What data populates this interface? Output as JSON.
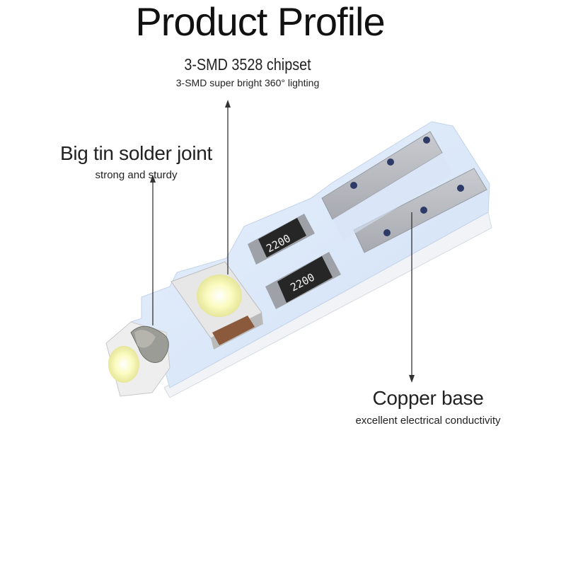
{
  "title": "Product Profile",
  "callouts": {
    "chipset": {
      "label": "3-SMD 3528 chipset",
      "detail": "3-SMD super bright 360° lighting"
    },
    "solder": {
      "label": "Big tin solder joint",
      "detail": "strong and sturdy"
    },
    "copper": {
      "label": "Copper base",
      "detail": "excellent electrical conductivity"
    }
  },
  "components": {
    "resistor_1": "2200",
    "resistor_2": "2200"
  },
  "colors": {
    "pcb": "#dce9fa",
    "pcb_side": "#f6f8fb",
    "copper": "#b7b9bd",
    "led": "#fcfcc8",
    "resistor": "#2a2a2a",
    "arrow": "#333333"
  }
}
